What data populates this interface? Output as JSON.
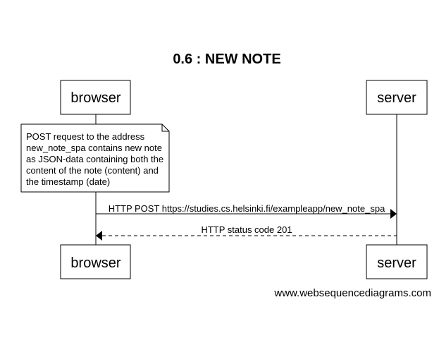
{
  "diagram": {
    "title": "0.6 : NEW NOTE",
    "participants": [
      {
        "id": "browser",
        "label": "browser"
      },
      {
        "id": "server",
        "label": "server"
      }
    ],
    "note": {
      "over": "browser",
      "lines": [
        "POST request to the address",
        "new_note_spa contains new note",
        "as JSON-data containing both the",
        "content of the note (content) and",
        "the timestamp (date)"
      ]
    },
    "messages": [
      {
        "from": "browser",
        "to": "server",
        "style": "solid",
        "label": "HTTP POST https://studies.cs.helsinki.fi/exampleapp/new_note_spa"
      },
      {
        "from": "server",
        "to": "browser",
        "style": "dashed",
        "label": "HTTP status code 201"
      }
    ],
    "watermark": "www.websequencediagrams.com"
  }
}
